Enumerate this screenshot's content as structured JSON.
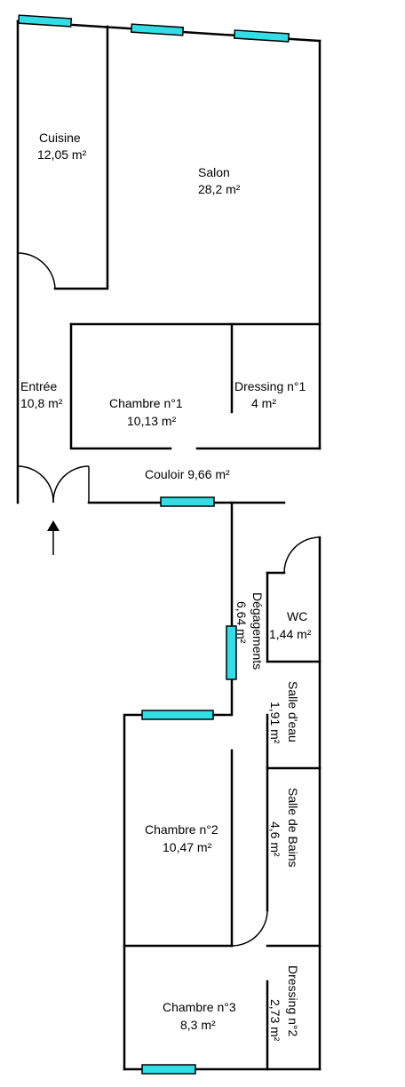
{
  "rooms": [
    {
      "id": "cuisine",
      "name": "Cuisine",
      "area": "12,05  m²"
    },
    {
      "id": "salon",
      "name": "Salon",
      "area": "28,2  m²"
    },
    {
      "id": "entree",
      "name": "Entrée",
      "area": "10,8  m²"
    },
    {
      "id": "chambre1",
      "name": "Chambre n°1",
      "area": "10,13  m²"
    },
    {
      "id": "dressing1",
      "name": "Dressing n°1",
      "area": "4  m²"
    },
    {
      "id": "couloir",
      "name": "Couloir 9,66  m²"
    },
    {
      "id": "degagements",
      "name": "Dégagements",
      "area": "6,64  m²"
    },
    {
      "id": "wc",
      "name": "WC",
      "area": "1,44  m²"
    },
    {
      "id": "salle-eau",
      "name": "Salle d'eau",
      "area": "1,91  m²"
    },
    {
      "id": "salle-bains",
      "name": "Salle de Bains",
      "area": "4,6  m²"
    },
    {
      "id": "chambre2",
      "name": "Chambre n°2",
      "area": "10,47  m²"
    },
    {
      "id": "dressing2",
      "name": "Dressing n°2",
      "area": "2,73  m²"
    },
    {
      "id": "chambre3",
      "name": "Chambre n°3",
      "area": "8,3  m²"
    }
  ],
  "colors": {
    "walls": "#000000",
    "windows": "#33dde6",
    "background": "#ffffff"
  }
}
